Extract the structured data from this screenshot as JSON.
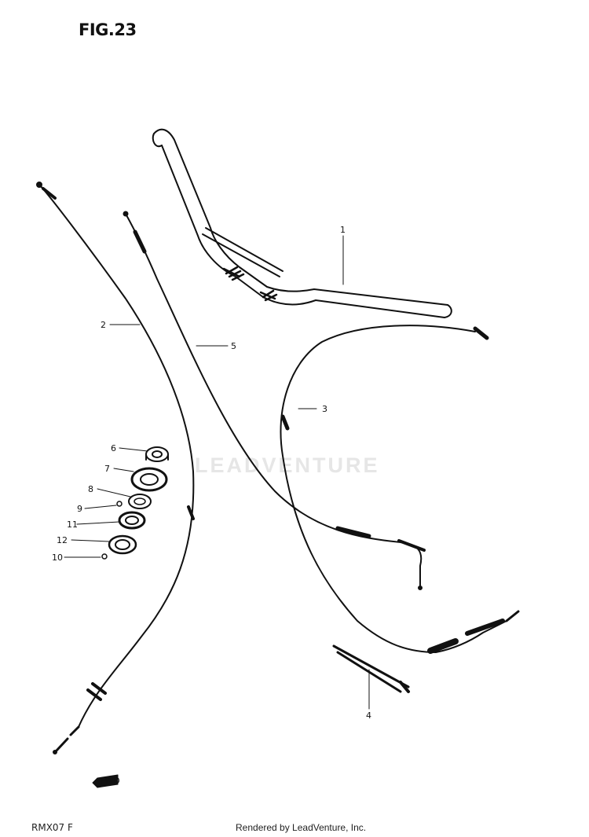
{
  "figure": {
    "title": "FIG.23"
  },
  "watermark": "LEADVENTURE",
  "callouts": [
    {
      "id": "1",
      "label": "1"
    },
    {
      "id": "2",
      "label": "2"
    },
    {
      "id": "3",
      "label": "3"
    },
    {
      "id": "4",
      "label": "4"
    },
    {
      "id": "5",
      "label": "5"
    },
    {
      "id": "6",
      "label": "6"
    },
    {
      "id": "7",
      "label": "7"
    },
    {
      "id": "8",
      "label": "8"
    },
    {
      "id": "9",
      "label": "9"
    },
    {
      "id": "10",
      "label": "10"
    },
    {
      "id": "11",
      "label": "11"
    },
    {
      "id": "12",
      "label": "12"
    }
  ],
  "fwd_mark": "FWD",
  "footer": {
    "code": "RMX07  F",
    "credit": "Rendered by LeadVenture, Inc."
  },
  "colors": {
    "ink": "#111111",
    "paper": "#ffffff",
    "watermark": "#e6e6e6"
  }
}
